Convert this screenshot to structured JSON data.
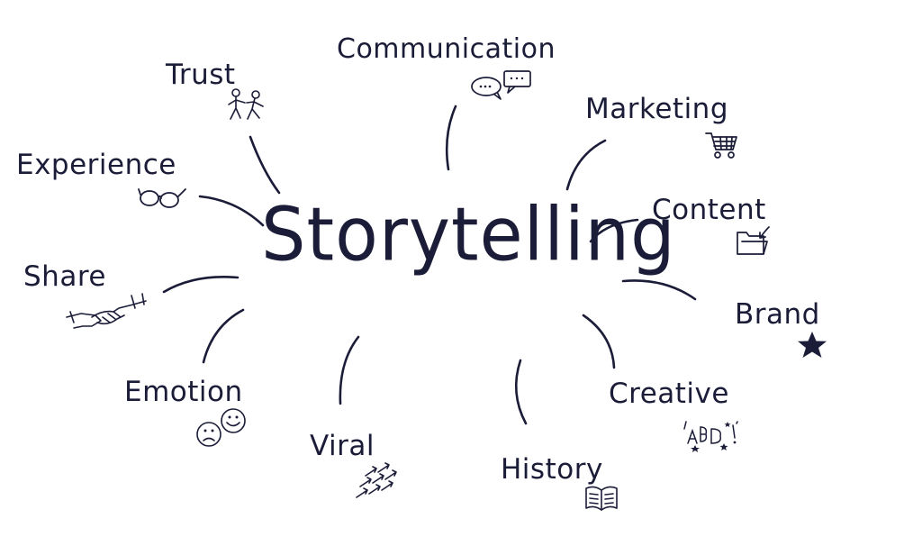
{
  "diagram": {
    "center": {
      "label": "Storytelling"
    },
    "concepts": [
      {
        "id": "trust",
        "label": "Trust",
        "icon": "two-people-icon"
      },
      {
        "id": "communication",
        "label": "Communication",
        "icon": "speech-bubbles-icon"
      },
      {
        "id": "marketing",
        "label": "Marketing",
        "icon": "shopping-cart-icon"
      },
      {
        "id": "experience",
        "label": "Experience",
        "icon": "glasses-icon"
      },
      {
        "id": "content",
        "label": "Content",
        "icon": "folder-icon"
      },
      {
        "id": "share",
        "label": "Share",
        "icon": "handshake-icon"
      },
      {
        "id": "brand",
        "label": "Brand",
        "icon": "star-icon"
      },
      {
        "id": "emotion",
        "label": "Emotion",
        "icon": "smiley-faces-icon"
      },
      {
        "id": "viral",
        "label": "Viral",
        "icon": "arrows-icon"
      },
      {
        "id": "history",
        "label": "History",
        "icon": "book-icon"
      },
      {
        "id": "creative",
        "label": "Creative",
        "icon": "sparkle-letters-icon"
      }
    ],
    "colors": {
      "ink": "#1b1c38",
      "background": "#ffffff"
    }
  }
}
